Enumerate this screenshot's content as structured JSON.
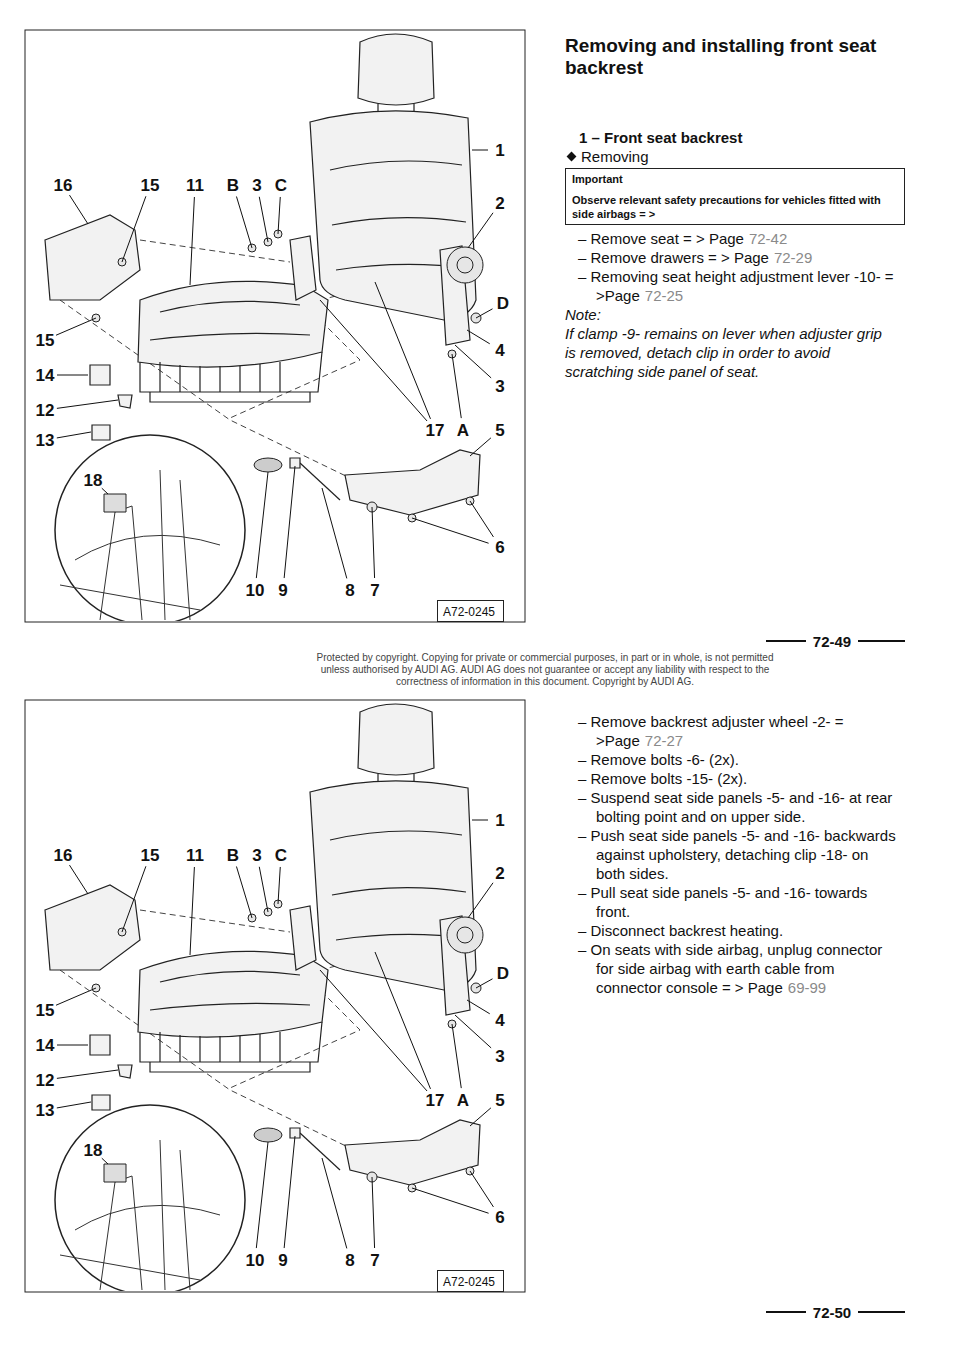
{
  "diagram": {
    "title": "Removing and installing front seat backrest",
    "nodes": [
      {
        "text": [
          "Important",
          "Observe relevant safety precautions for vehicles fitted with side airbags = >"
        ]
      },
      {
        "text": [
          "A72-0245"
        ]
      },
      {
        "text": [
          "A72-0245"
        ]
      }
    ],
    "labels": [
      "16",
      "15",
      "11",
      "B",
      "3",
      "C",
      "1",
      "2",
      "D",
      "4",
      "3",
      "5",
      "A",
      "17",
      "6",
      "7",
      "8",
      "9",
      "10",
      "18",
      "13",
      "12",
      "14",
      "15",
      "1 – Front seat backrest",
      "Removing",
      "– Remove seat = > Page",
      "72-42",
      "– Remove drawers = > Page",
      "72-29",
      "– Removing seat height adjustment lever -10- = >Page",
      "72-25",
      "Note:",
      "If clamp -9- remains on lever when adjuster grip is removed, detach clip in order to avoid scratching side panel of seat.",
      "72-49",
      "Protected by copyright. Copying for private or commercial purposes, in part or in whole, is not permitted unless authorised by AUDI AG. AUDI AG does not guarantee or accept any liability with respect to the correctness of information in this document. Copyright by AUDI AG.",
      "16",
      "15",
      "11",
      "B",
      "3",
      "C",
      "1",
      "2",
      "D",
      "4",
      "3",
      "5",
      "A",
      "17",
      "6",
      "7",
      "8",
      "9",
      "10",
      "18",
      "13",
      "12",
      "14",
      "15",
      "– Remove backrest adjuster wheel -2- = >Page",
      "72-27",
      "– Remove bolts -6- (2x).",
      "– Remove bolts -15- (2x).",
      "– Suspend seat side panels -5- and -16- at rear bolting point and on upper side.",
      "– Push seat side panels -5- and -16- backwards against upholstery, detaching clip -18- on both sides.",
      "– Pull seat side panels -5- and -16- towards front.",
      "– Disconnect backrest heating.",
      "– On seats with side airbag, unplug connector for side airbag with earth cable from connector console = > Page",
      "69-99",
      "72-50"
    ]
  }
}
